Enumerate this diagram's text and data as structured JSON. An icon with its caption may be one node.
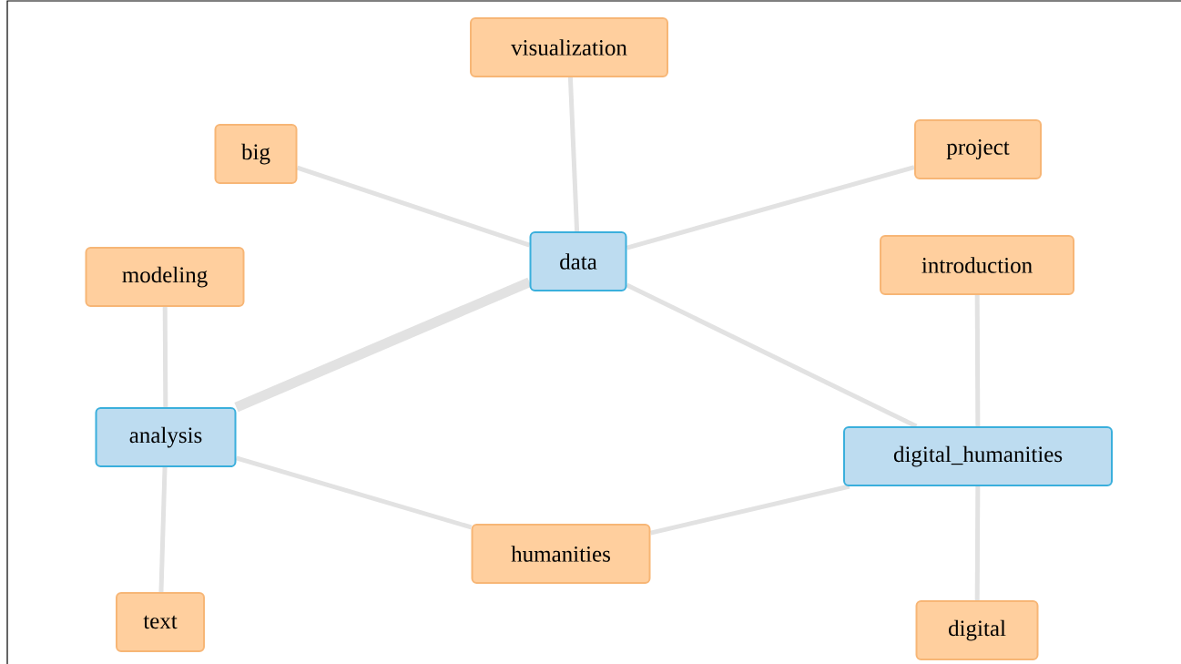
{
  "diagram": {
    "nodes": [
      {
        "text": [
          "visualization"
        ]
      },
      {
        "text": [
          "big"
        ]
      },
      {
        "text": [
          "project"
        ]
      },
      {
        "text": [
          "data"
        ]
      },
      {
        "text": [
          "modeling"
        ]
      },
      {
        "text": [
          "introduction"
        ]
      },
      {
        "text": [
          "analysis"
        ]
      },
      {
        "text": [
          "digital_humanities"
        ]
      },
      {
        "text": [
          "humanities"
        ]
      },
      {
        "text": [
          "text"
        ]
      },
      {
        "text": [
          "digital"
        ]
      }
    ],
    "edges": [
      {
        "from": 3,
        "to": 0,
        "arrow": "none"
      },
      {
        "from": 3,
        "to": 1,
        "arrow": "none"
      },
      {
        "from": 3,
        "to": 2,
        "arrow": "none"
      },
      {
        "from": 3,
        "to": 6,
        "arrow": "none",
        "style": "thick"
      },
      {
        "from": 3,
        "to": 7,
        "arrow": "none"
      },
      {
        "from": 4,
        "to": 6,
        "arrow": "none"
      },
      {
        "from": 6,
        "to": 9,
        "arrow": "none"
      },
      {
        "from": 6,
        "to": 8,
        "arrow": "none"
      },
      {
        "from": 8,
        "to": 7,
        "arrow": "none"
      },
      {
        "from": 5,
        "to": 7,
        "arrow": "none"
      },
      {
        "from": 7,
        "to": 10,
        "arrow": "none"
      }
    ]
  }
}
